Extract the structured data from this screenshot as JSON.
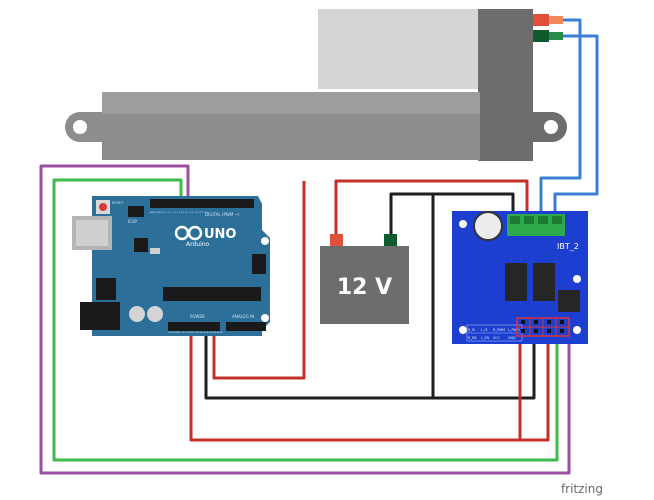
{
  "battery": {
    "label": "12 V"
  },
  "arduino": {
    "logo": "UNO",
    "brand": "Arduino",
    "reset": "RESET",
    "icsp": "ICSP",
    "digital": "DIGITAL (PWM ~)",
    "analog": "ANALOG IN",
    "power": "POWER",
    "pin_row_top": "AREF GND 13 12 ~11 ~10 ~9 8 7 ~6 ~5 4 ~3 2 TX 1 RX 0",
    "pin_row_bottom": "IOREF RESET 3V3 5V GND GND Vin A0 A1 A2 A3 A4 A5"
  },
  "driver": {
    "label": "IBT_2",
    "pin_labels_top": [
      "R_IS",
      "L_IS",
      "R_PWM",
      "L_PWM",
      "R_EN",
      "L_EN",
      "VCC",
      "GND"
    ]
  },
  "footer": {
    "credit": "fritzing"
  },
  "colors": {
    "wire_red": "#c0312b",
    "wire_black": "#1e1e1e",
    "wire_green": "#3cba4a",
    "wire_purple": "#9b4fa3",
    "wire_blue": "#3a7fd5",
    "board_blue": "#2c6f99",
    "driver_blue": "#1c3fd0",
    "actuator_gray": "#8b8b8b"
  }
}
